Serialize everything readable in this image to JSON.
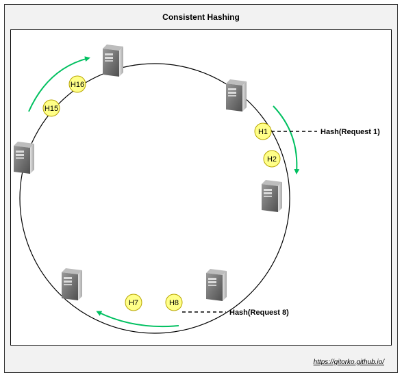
{
  "title": "Consistent Hashing",
  "footer": {
    "link_text": "https://gitorko.github.io/"
  },
  "hash_nodes": {
    "h16": "H16",
    "h15": "H15",
    "h1": "H1",
    "h2": "H2",
    "h7": "H7",
    "h8": "H8"
  },
  "request_labels": {
    "request1": "Hash(Request 1)",
    "request8": "Hash(Request 8)"
  },
  "servers": [
    {
      "name": "server-top",
      "icon": "server-icon"
    },
    {
      "name": "server-top-right",
      "icon": "server-icon"
    },
    {
      "name": "server-right",
      "icon": "server-icon"
    },
    {
      "name": "server-bottom-right",
      "icon": "server-icon"
    },
    {
      "name": "server-bottom-left",
      "icon": "server-icon"
    },
    {
      "name": "server-left",
      "icon": "server-icon"
    }
  ],
  "colors": {
    "ring": "#000000",
    "hash_fill": "#ffff88",
    "hash_stroke": "#b7a400",
    "arrow": "#00c060",
    "server_dark": "#5f5f5f",
    "server_light": "#d4d4d4"
  }
}
